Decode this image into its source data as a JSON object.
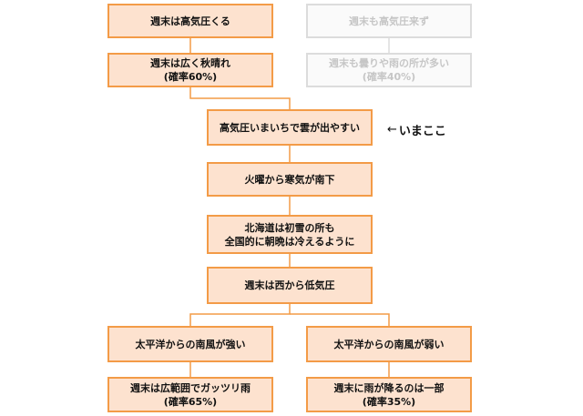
{
  "nodes": {
    "weekend_high_pressure": {
      "line1": "週末は高気圧くる"
    },
    "weekend_clear": {
      "line1": "週末は広く秋晴れ",
      "line2": "(確率60%)"
    },
    "weekend_no_high": {
      "line1": "週末も高気圧来ず"
    },
    "weekend_cloudy": {
      "line1": "週末も曇りや雨の所が多い",
      "line2": "(確率40%)"
    },
    "weak_high": {
      "line1": "高気圧いまいちで雲が出やすい"
    },
    "cold_air": {
      "line1": "火曜から寒気が南下"
    },
    "first_snow": {
      "line1": "北海道は初雪の所も",
      "line2": "全国的に朝晩は冷えるように"
    },
    "low_from_west": {
      "line1": "週末は西から低気圧"
    },
    "strong_south_wind": {
      "line1": "太平洋からの南風が強い"
    },
    "weak_south_wind": {
      "line1": "太平洋からの南風が弱い"
    },
    "heavy_rain": {
      "line1": "週末は広範囲でガッツリ雨",
      "line2": "(確率65%)"
    },
    "some_rain": {
      "line1": "週末に雨が降るのは一部",
      "line2": "(確率35%)"
    }
  },
  "current_marker": {
    "arrow": "←",
    "label": "いまここ"
  },
  "colors": {
    "active_fill": "#fde2cf",
    "active_border": "#f39b47",
    "inactive_fill": "#fafafa",
    "inactive_border": "#dcdcdc",
    "connector": "#f39b47"
  }
}
